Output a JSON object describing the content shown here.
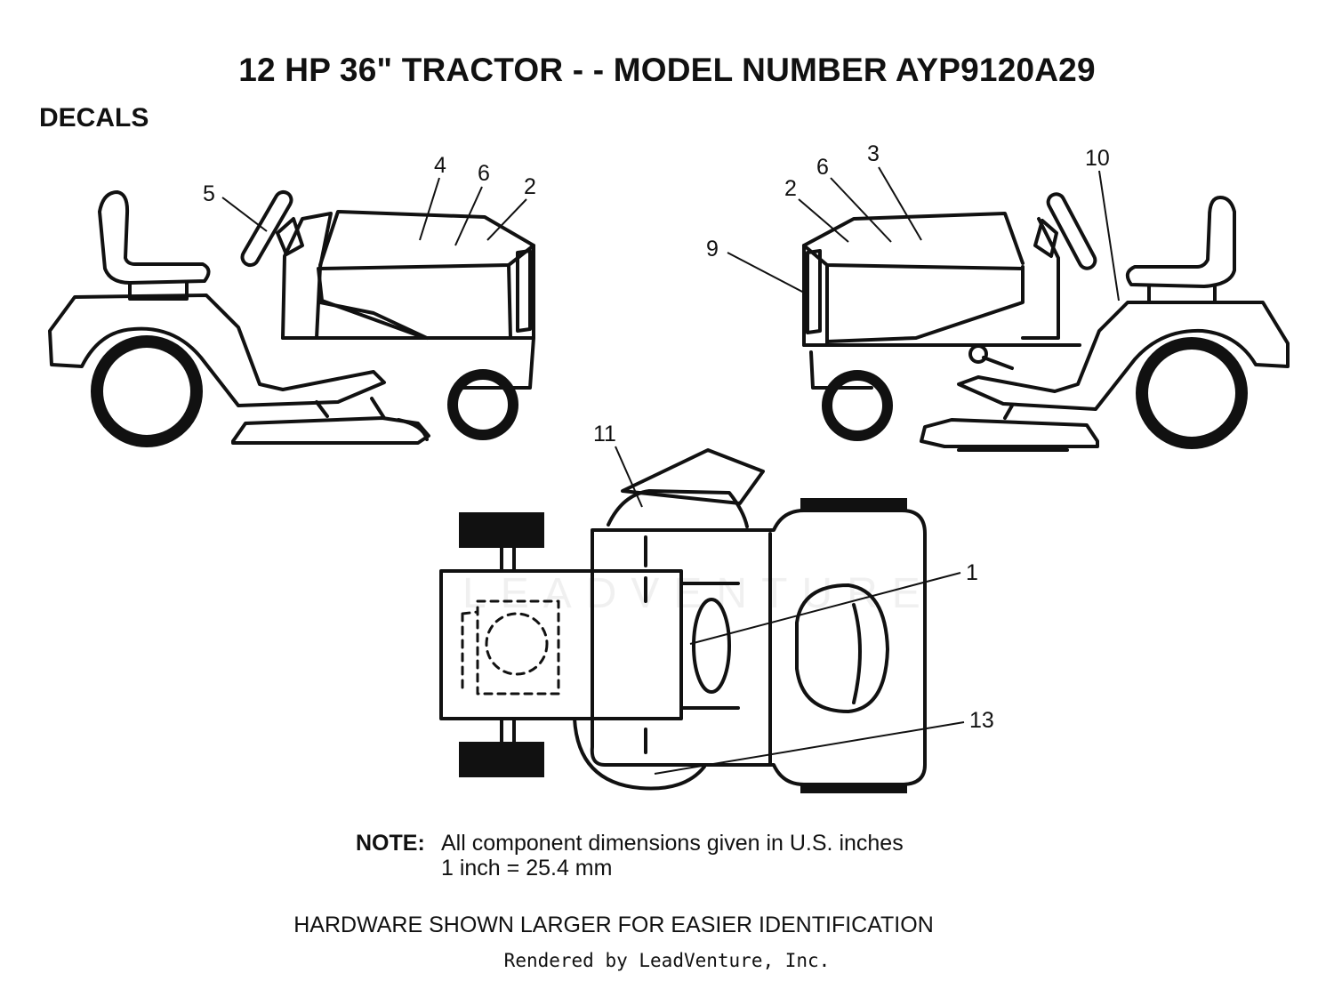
{
  "title": "12 HP 36\" TRACTOR - - MODEL NUMBER AYP9120A29",
  "section": "DECALS",
  "callouts": {
    "c1": "1",
    "c2a": "2",
    "c2b": "2",
    "c3": "3",
    "c4": "4",
    "c5": "5",
    "c6a": "6",
    "c6b": "6",
    "c9": "9",
    "c10": "10",
    "c11": "11",
    "c13": "13"
  },
  "note": {
    "label": "NOTE:",
    "line1": "All component dimensions given in U.S. inches",
    "line2": "1 inch = 25.4 mm"
  },
  "hardware_note": "HARDWARE SHOWN LARGER FOR EASIER IDENTIFICATION",
  "rendered_by": "Rendered by LeadVenture, Inc.",
  "watermark": "LEADVENTURE",
  "colors": {
    "ink": "#111111",
    "paper": "#ffffff"
  }
}
